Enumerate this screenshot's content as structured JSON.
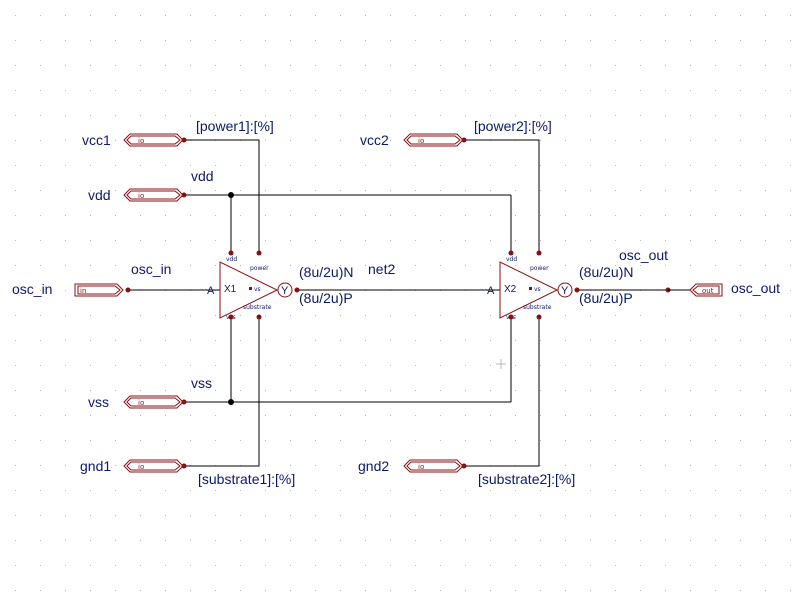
{
  "colors": {
    "wire": "#000000",
    "port": "#8a1010",
    "text": "#0a1a6a",
    "junction": "#000000",
    "pin_dot": "#8a1010",
    "grid_dot": "#b8b8b8"
  },
  "ports": {
    "vcc1": {
      "label": "vcc1",
      "tag": "io"
    },
    "vdd": {
      "label": "vdd",
      "tag": "io"
    },
    "osc_in": {
      "label": "osc_in",
      "tag": "in"
    },
    "vss": {
      "label": "vss",
      "tag": "io"
    },
    "gnd1": {
      "label": "gnd1",
      "tag": "io"
    },
    "vcc2": {
      "label": "vcc2",
      "tag": "io"
    },
    "gnd2": {
      "label": "gnd2",
      "tag": "io"
    },
    "osc_out": {
      "label": "osc_out",
      "tag": "out"
    }
  },
  "nets": {
    "vdd": "vdd",
    "vss": "vss",
    "osc_in": "osc_in",
    "net2": "net2",
    "osc_out": "osc_out",
    "power1": "[power1]:[%]",
    "power2": "[power2]:[%]",
    "substrate1": "[substrate1]:[%]",
    "substrate2": "[substrate2]:[%]"
  },
  "instances": {
    "x1": {
      "name": "X1",
      "pin_a": "A",
      "pin_y": "Y",
      "pin_vdd": "vdd",
      "pin_power": "power",
      "pin_vss": "vss",
      "pin_substrate": "substrate",
      "center": "vs",
      "size_n": "(8u/2u)N",
      "size_p": "(8u/2u)P"
    },
    "x2": {
      "name": "X2",
      "pin_a": "A",
      "pin_y": "Y",
      "pin_vdd": "vdd",
      "pin_power": "power",
      "pin_vss": "vss",
      "pin_substrate": "substrate",
      "center": "vs",
      "size_n": "(8u/2u)N",
      "size_p": "(8u/2u)P"
    }
  }
}
